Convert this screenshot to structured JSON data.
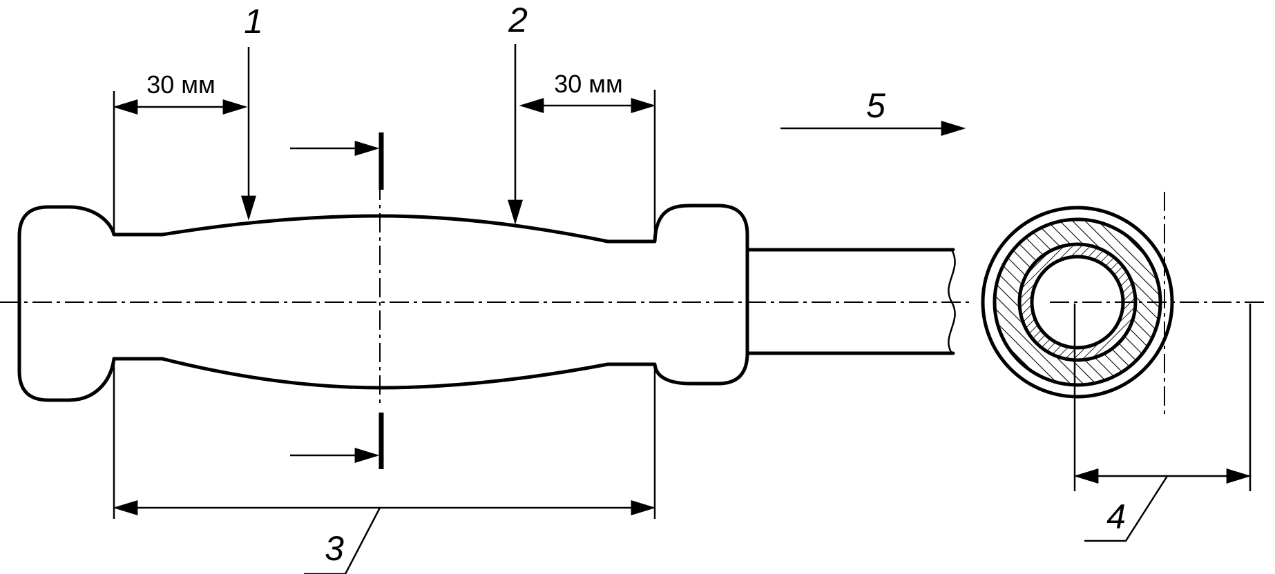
{
  "dimensions": {
    "left_offset": "30 мм",
    "right_offset": "30 мм"
  },
  "callouts": {
    "c1": "1",
    "c2": "2",
    "c3": "3",
    "c4": "4",
    "c5": "5"
  }
}
